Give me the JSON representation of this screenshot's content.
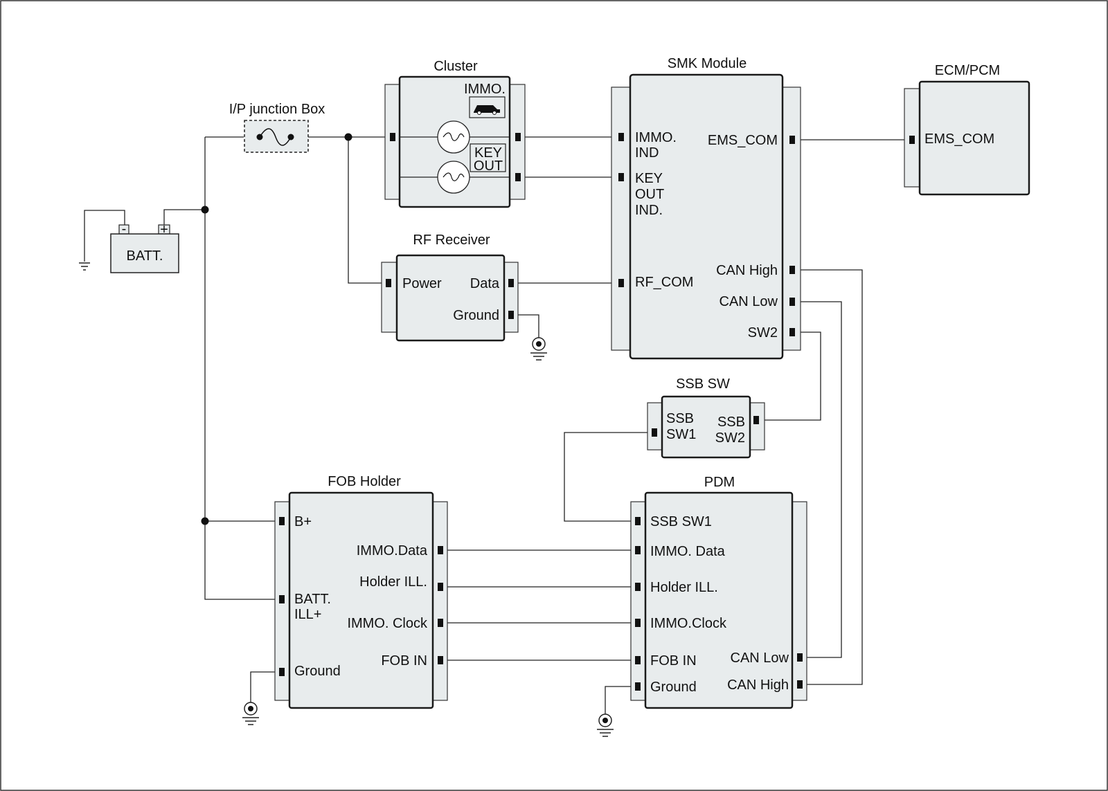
{
  "modules": {
    "ip_junction_box": {
      "title": "I/P junction Box"
    },
    "batt": {
      "label": "BATT.",
      "minus": "-",
      "plus": "+"
    },
    "cluster": {
      "title": "Cluster",
      "immo_label": "IMMO.",
      "key_out_line1": "KEY",
      "key_out_line2": "OUT"
    },
    "smk": {
      "title": "SMK Module",
      "immo_ind_1": "IMMO.",
      "immo_ind_2": "IND",
      "key_out_ind_1": "KEY",
      "key_out_ind_2": "OUT",
      "key_out_ind_3": "IND.",
      "rf_com": "RF_COM",
      "ems_com": "EMS_COM",
      "can_high": "CAN High",
      "can_low": "CAN Low",
      "sw2": "SW2"
    },
    "ecm": {
      "title": "ECM/PCM",
      "ems_com": "EMS_COM"
    },
    "rf_receiver": {
      "title": "RF Receiver",
      "power": "Power",
      "data": "Data",
      "ground": "Ground"
    },
    "ssb_sw": {
      "title": "SSB SW",
      "sw1_line1": "SSB",
      "sw1_line2": "SW1",
      "sw2_line1": "SSB",
      "sw2_line2": "SW2"
    },
    "fob_holder": {
      "title": "FOB Holder",
      "b_plus": "B+",
      "batt_ill_1": "BATT.",
      "batt_ill_2": "ILL+",
      "ground": "Ground",
      "immo_data": "IMMO.Data",
      "holder_ill": "Holder ILL.",
      "immo_clock": "IMMO. Clock",
      "fob_in": "FOB IN"
    },
    "pdm": {
      "title": "PDM",
      "ssb_sw1": "SSB SW1",
      "immo_data": "IMMO. Data",
      "holder_ill": "Holder ILL.",
      "immo_clock": "IMMO.Clock",
      "fob_in": "FOB IN",
      "ground": "Ground",
      "can_low": "CAN Low",
      "can_high": "CAN High"
    }
  },
  "colors": {
    "module_fill": "#e8eced",
    "line": "#111111"
  },
  "icons": [
    "battery-icon",
    "fuse-icon",
    "bulb-icon",
    "car-key-icon",
    "ground-icon"
  ]
}
